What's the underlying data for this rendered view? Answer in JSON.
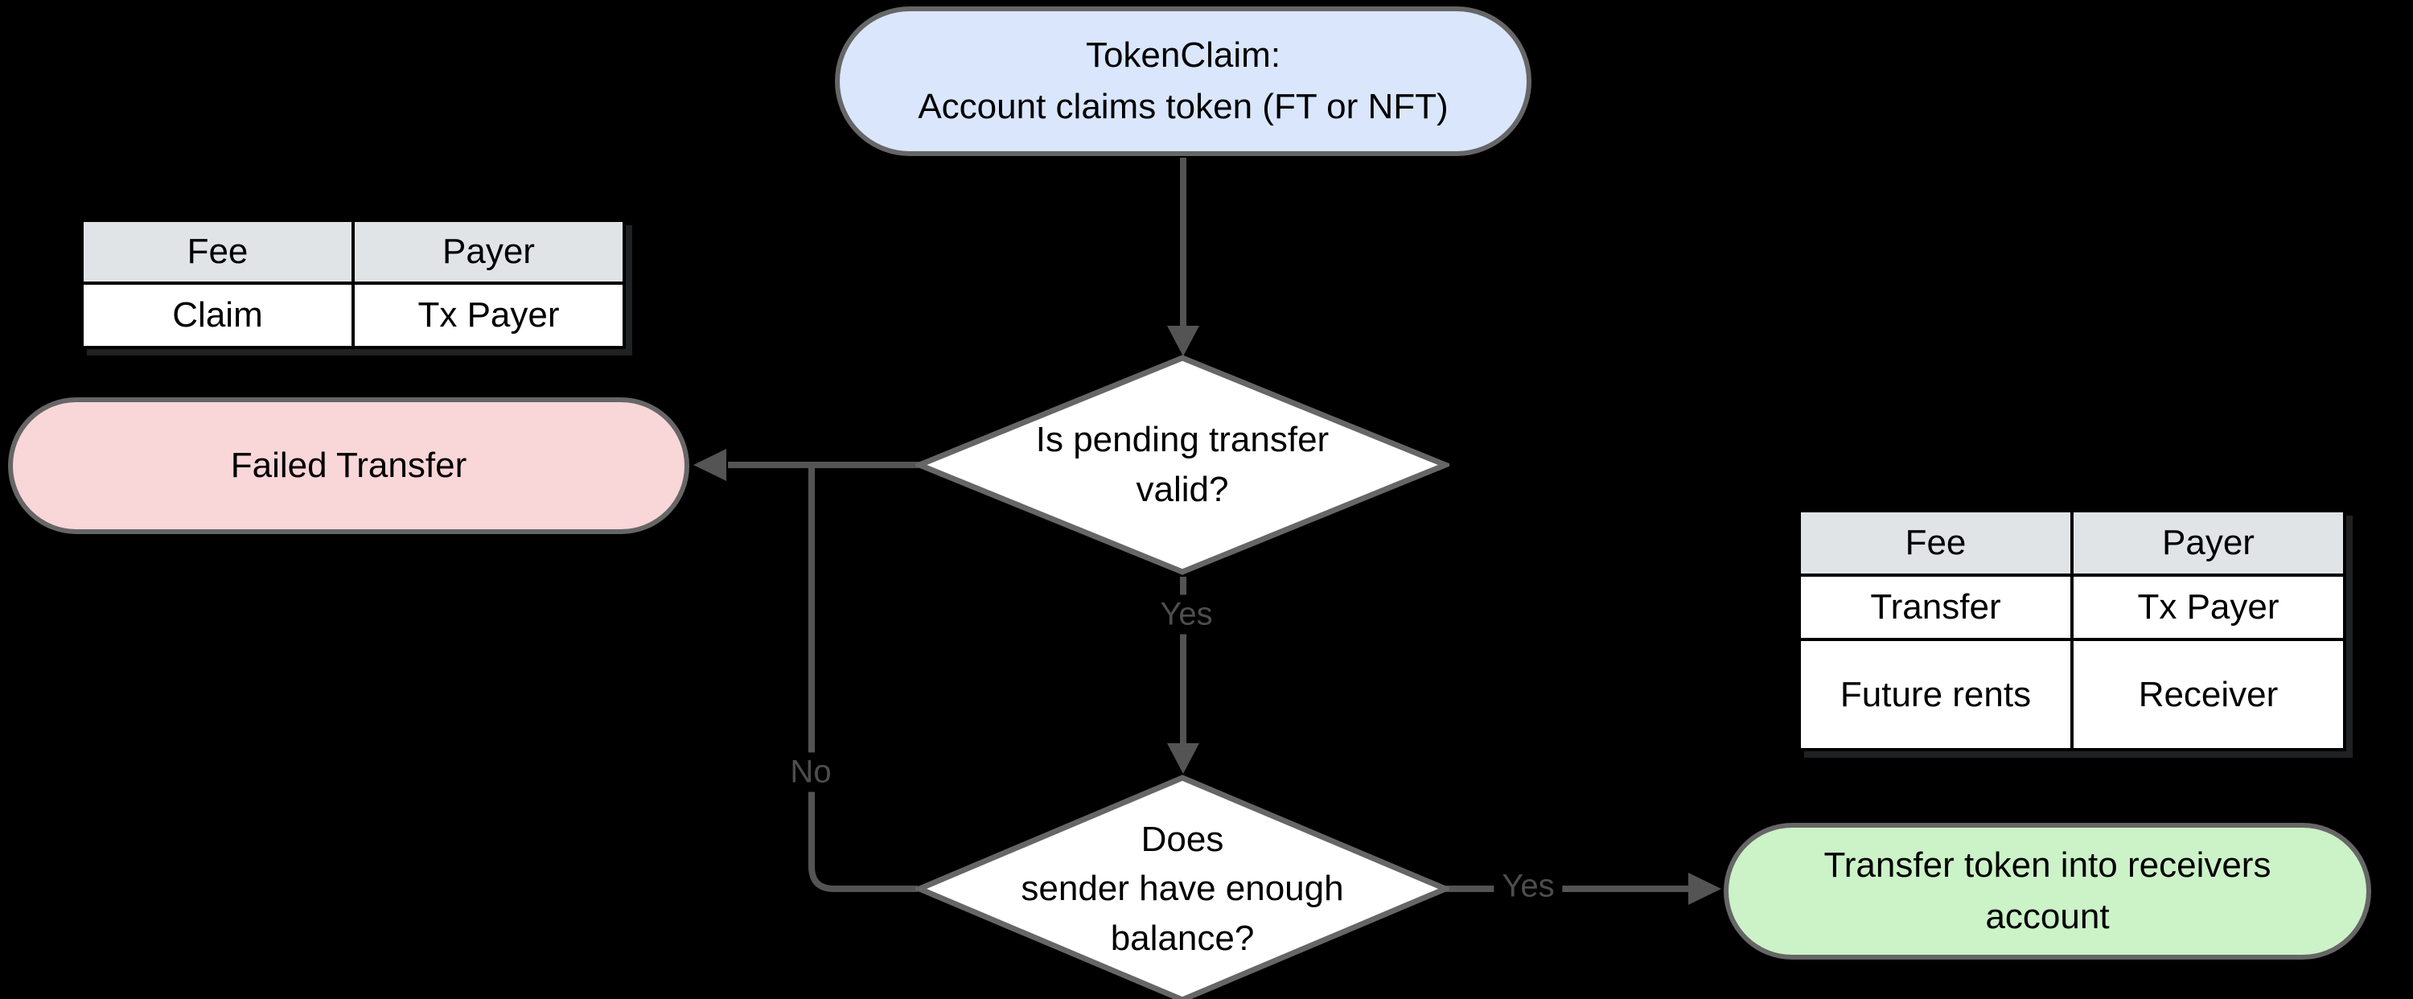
{
  "diagram": {
    "background_color": "#000000",
    "connector_color": "#545454",
    "node_border_color": "#666666",
    "nodes": {
      "token_claim": {
        "line1": "TokenClaim:",
        "line2": "Account claims token (FT or NFT)",
        "fill": "#d9e6fc"
      },
      "decision_pending_valid": {
        "line1": "Is pending transfer",
        "line2": "valid?",
        "fill": "#ffffff"
      },
      "failed_transfer": {
        "label": "Failed Transfer",
        "fill": "#f9d6d8"
      },
      "decision_enough_balance": {
        "line1": "Does",
        "line2": "sender have enough",
        "line3": "balance?",
        "fill": "#ffffff"
      },
      "transfer_token": {
        "line1": "Transfer token into receivers",
        "line2": "account",
        "fill": "#ccf2c8"
      }
    },
    "edge_labels": {
      "pending_valid_yes": "Yes",
      "balance_no": "No",
      "balance_yes": "Yes"
    },
    "tables": {
      "claim_fees": {
        "header_fill": "#e1e4e7",
        "headers": [
          "Fee",
          "Payer"
        ],
        "rows": [
          [
            "Claim",
            "Tx Payer"
          ]
        ]
      },
      "transfer_fees": {
        "header_fill": "#e1e4e7",
        "headers": [
          "Fee",
          "Payer"
        ],
        "rows": [
          [
            "Transfer",
            "Tx Payer"
          ],
          [
            "Future rents",
            "Receiver"
          ]
        ]
      }
    }
  }
}
